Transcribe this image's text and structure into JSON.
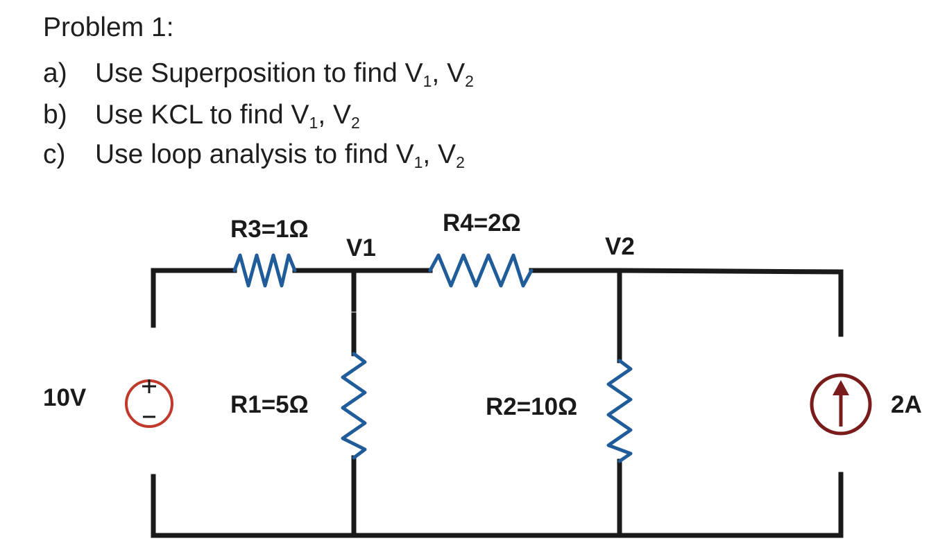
{
  "problem": {
    "title": "Problem 1:",
    "parts": [
      {
        "tag": "a)",
        "text": "Use Superposition to find V",
        "s1": "1",
        "mid": ", V",
        "s2": "2"
      },
      {
        "tag": "b)",
        "text": "Use KCL to find V",
        "s1": "1",
        "mid": ", V",
        "s2": "2"
      },
      {
        "tag": "c)",
        "text": "Use loop analysis to find V",
        "s1": "1",
        "mid": ", V",
        "s2": "2"
      }
    ]
  },
  "circuit": {
    "labels": {
      "r3": "R3=1Ω",
      "r4": "R4=2Ω",
      "r1": "R1=5Ω",
      "r2": "R2=10Ω",
      "v1": "V1",
      "v2": "V2",
      "voltage_source": "10V",
      "current_source": "2A"
    },
    "colors": {
      "wire": "#1a1a1a",
      "resistor": "#1f5c99",
      "source": "#c0392b",
      "arrow": "#7a1c1c"
    }
  }
}
